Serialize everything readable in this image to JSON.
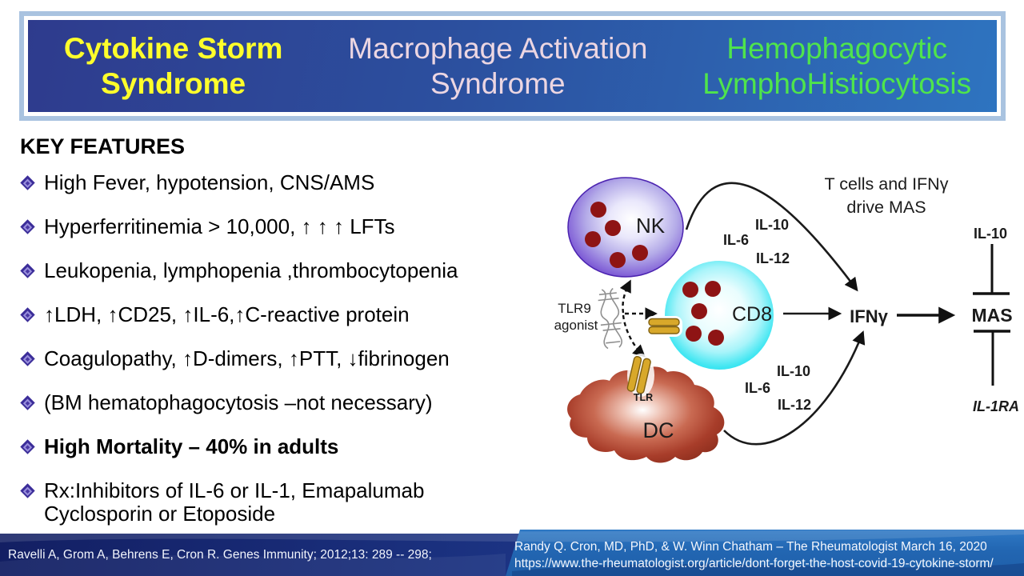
{
  "banner": {
    "title1_line1": "Cytokine Storm",
    "title1_line2": "Syndrome",
    "title2_line1": "Macrophage Activation",
    "title2_line2": "Syndrome",
    "title3_line1": "Hemophagocytic",
    "title3_line2": "LymphoHistiocytosis"
  },
  "features": {
    "heading": "KEY FEATURES",
    "items": [
      "High Fever, hypotension, CNS/AMS",
      "Hyperferritinemia > 10,000, ↑ ↑ ↑ LFTs",
      "Leukopenia, lymphopenia ,thrombocytopenia",
      "↑LDH, ↑CD25, ↑IL-6,↑C-reactive protein",
      "Coagulopathy, ↑D-dimers, ↑PTT, ↓fibrinogen",
      "(BM hematophagocytosis –not necessary)",
      "High Mortality – 40% in adults",
      "Rx:Inhibitors of IL-6 or IL-1, Emapalumab\nCyclosporin or Etoposide"
    ]
  },
  "diagram": {
    "caption_line1": "T cells and IFNγ",
    "caption_line2": "drive MAS",
    "nk_label": "NK",
    "cd8_label": "CD8",
    "dc_label": "DC",
    "tlr_label": "TLR",
    "ligand_line1": "TLR9",
    "ligand_line2": "agonist",
    "cytokines_top": [
      "IL-10",
      "IL-6",
      "IL-12"
    ],
    "cytokines_bottom": [
      "IL-10",
      "IL-6",
      "IL-12"
    ],
    "ifn_label": "IFNγ",
    "mas_label": "MAS",
    "inhibitor_top": "IL-10",
    "inhibitor_bottom": "IL-1RA"
  },
  "footer": {
    "left_citation": "Ravelli A, Grom A, Behrens E, Cron R. Genes Immunity;  2012;13: 289 -- 298;",
    "right_citation_line1": "Randy Q. Cron, MD, PhD, & W. Winn Chatham – The Rheumatologist March 16, 2020",
    "right_citation_line2": "https://www.the-rheumatologist.org/article/dont-forget-the-host-covid-19-cytokine-storm/"
  },
  "colors": {
    "title_yellow": "#ffff2b",
    "title_pink": "#ecd6e2",
    "title_green": "#4fe44c",
    "banner_blue_left": "#2e3b8d",
    "banner_blue_right": "#2e74c0",
    "banner_border": "#a9c3e0",
    "footer_navy": "#1c3484",
    "footer_blue": "#2266b2",
    "nk_purple": "#5b2ec6",
    "cd8_cyan": "#00d8ec",
    "dc_red": "#a83d2a",
    "granule_maroon": "#8e1414",
    "tlr_gold": "#d8a82a",
    "bullet_indigo": "#3b2d99"
  }
}
